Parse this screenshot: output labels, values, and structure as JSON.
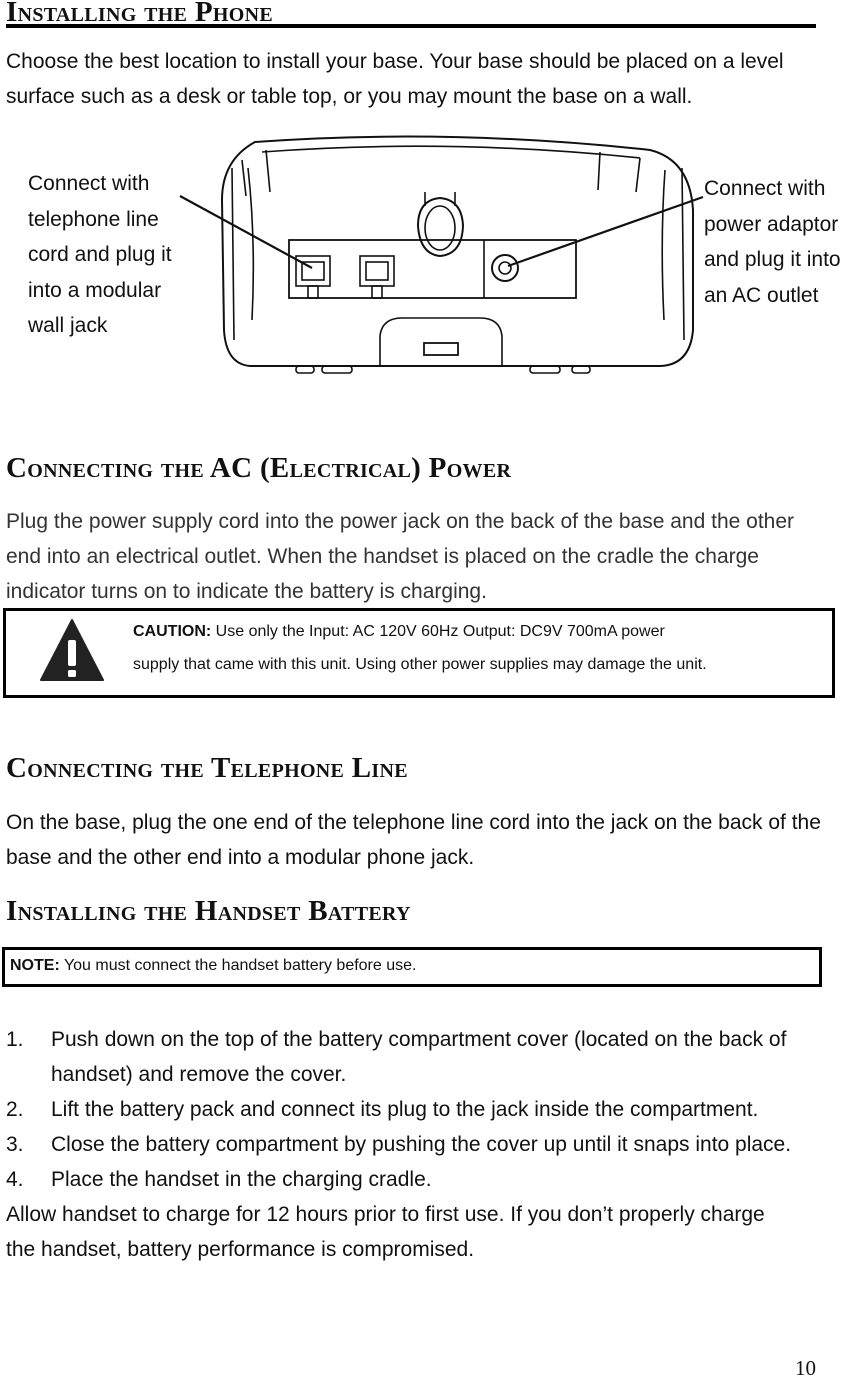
{
  "sections": {
    "installing_phone": {
      "title": "Installing the Phone",
      "body": "Choose the best location to install your base. Your base should be placed on a level surface such as a desk or table top, or you may mount the base on a wall."
    },
    "figure": {
      "left_callout": [
        "Connect with",
        "telephone line",
        "cord and plug it",
        "into a modular",
        "wall jack"
      ],
      "right_callout": [
        "Connect with",
        "power adaptor",
        "and plug it into",
        "an AC outlet"
      ]
    },
    "ac_power": {
      "title": "Connecting the AC (Electrical) Power",
      "body": "Plug the power supply cord into the power jack on the back of the base and the other end into an electrical outlet. When the handset is placed on the cradle the charge indicator turns on to indicate the battery is charging.",
      "caution_label": "CAUTION:",
      "caution_line1": "Use only the Input: AC 120V 60Hz Output: DC9V 700mA power",
      "caution_line2": "supply that came with this unit. Using other power supplies may damage the unit."
    },
    "telephone_line": {
      "title": "Connecting the Telephone Line",
      "body": "On the base, plug the one end of the telephone line cord into the jack on the back of the base and the other end into a modular phone jack."
    },
    "handset_battery": {
      "title": "Installing the Handset Battery",
      "note_label": "NOTE:",
      "note_text": "You must connect the handset battery before use.",
      "steps": [
        {
          "num": "1.",
          "text": "Push down on the top of the battery compartment cover (located on the back of handset) and remove the cover."
        },
        {
          "num": "2.",
          "text": "Lift the battery pack and connect its plug to the jack inside the compartment."
        },
        {
          "num": "3.",
          "text": "Close the battery compartment by pushing the cover up until it snaps into place."
        },
        {
          "num": "4.",
          "text": "Place the handset in the charging cradle."
        }
      ],
      "closing": "Allow handset to charge for 12 hours prior to first use. If you don’t properly charge the handset, battery performance is compromised."
    }
  },
  "page_number": "10",
  "colors": {
    "text": "#111111",
    "rule": "#000000",
    "background": "#ffffff"
  }
}
